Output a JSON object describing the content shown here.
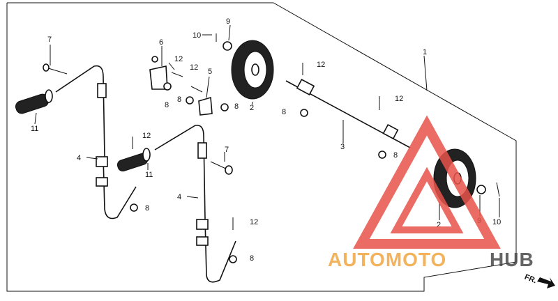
{
  "labels": {
    "p1": "1",
    "p2a": "2",
    "p2b": "2",
    "p3": "3",
    "p4a": "4",
    "p4b": "4",
    "p5": "5",
    "p6": "6",
    "p7a": "7",
    "p7b": "7",
    "p8a": "8",
    "p8b": "8",
    "p8c": "8",
    "p8d": "8",
    "p8e": "8",
    "p8f": "8",
    "p8g": "8",
    "p9a": "9",
    "p9b": "9",
    "p10a": "10",
    "p10b": "10",
    "p11a": "11",
    "p11b": "11",
    "p12a": "12",
    "p12b": "12",
    "p12c": "12",
    "p12d": "12",
    "p12e": "12",
    "p12f": "12"
  },
  "watermark": {
    "part1": "AUTOMOTO",
    "part2": "HUB"
  },
  "direction": "FR.",
  "colors": {
    "watermark_red": "#e8534a",
    "watermark_orange": "#f1a640",
    "watermark_gray": "#4a4a4a",
    "line": "#111111"
  }
}
